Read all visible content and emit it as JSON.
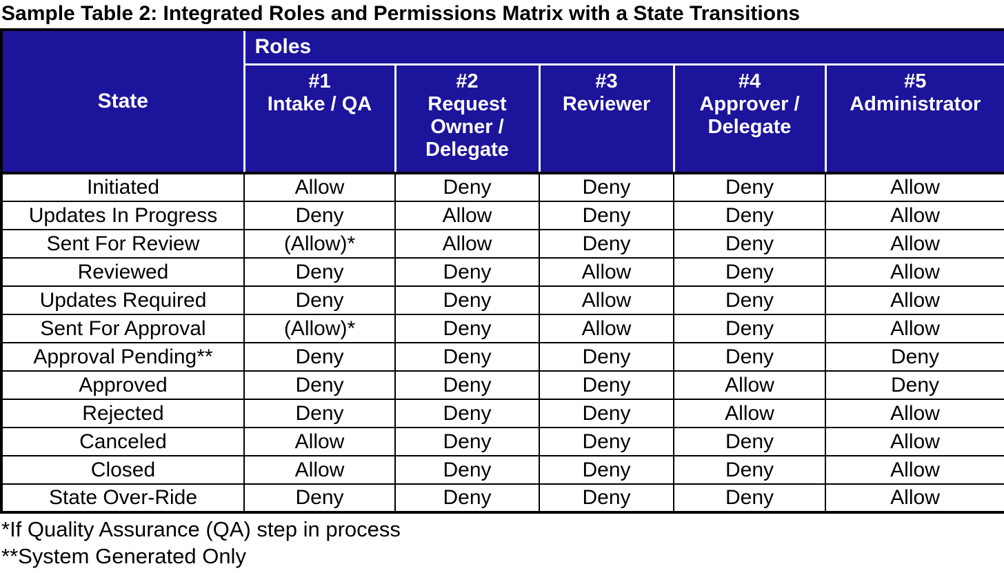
{
  "title": "Sample Table 2: Integrated Roles and Permissions Matrix with a State Transitions",
  "colors": {
    "header_bg": "#1D149C",
    "header_text": "#FFFFFF",
    "body_text": "#000000",
    "grid_border": "#000000"
  },
  "table": {
    "corner_header": "State",
    "roles_group_header": "Roles",
    "role_columns": [
      {
        "number": "#1",
        "name": "Intake / QA"
      },
      {
        "number": "#2",
        "name": "Request Owner / Delegate"
      },
      {
        "number": "#3",
        "name": "Reviewer"
      },
      {
        "number": "#4",
        "name": "Approver / Delegate"
      },
      {
        "number": "#5",
        "name": "Administrator"
      }
    ],
    "rows": [
      {
        "state": "Initiated",
        "permissions": [
          "Allow",
          "Deny",
          "Deny",
          "Deny",
          "Allow"
        ]
      },
      {
        "state": "Updates In Progress",
        "permissions": [
          "Deny",
          "Allow",
          "Deny",
          "Deny",
          "Allow"
        ]
      },
      {
        "state": "Sent For Review",
        "permissions": [
          "(Allow)*",
          "Allow",
          "Deny",
          "Deny",
          "Allow"
        ]
      },
      {
        "state": "Reviewed",
        "permissions": [
          "Deny",
          "Deny",
          "Allow",
          "Deny",
          "Allow"
        ]
      },
      {
        "state": "Updates Required",
        "permissions": [
          "Deny",
          "Deny",
          "Allow",
          "Deny",
          "Allow"
        ]
      },
      {
        "state": "Sent For Approval",
        "permissions": [
          "(Allow)*",
          "Deny",
          "Allow",
          "Deny",
          "Allow"
        ]
      },
      {
        "state": "Approval Pending**",
        "permissions": [
          "Deny",
          "Deny",
          "Deny",
          "Deny",
          "Deny"
        ]
      },
      {
        "state": "Approved",
        "permissions": [
          "Deny",
          "Deny",
          "Deny",
          "Allow",
          "Deny"
        ]
      },
      {
        "state": "Rejected",
        "permissions": [
          "Deny",
          "Deny",
          "Deny",
          "Allow",
          "Allow"
        ]
      },
      {
        "state": "Canceled",
        "permissions": [
          "Allow",
          "Deny",
          "Deny",
          "Deny",
          "Allow"
        ]
      },
      {
        "state": "Closed",
        "permissions": [
          "Allow",
          "Deny",
          "Deny",
          "Deny",
          "Allow"
        ]
      },
      {
        "state": "State Over-Ride",
        "permissions": [
          "Deny",
          "Deny",
          "Deny",
          "Deny",
          "Allow"
        ]
      }
    ]
  },
  "footnotes": [
    "*If Quality Assurance (QA) step in process",
    "**System Generated Only"
  ]
}
